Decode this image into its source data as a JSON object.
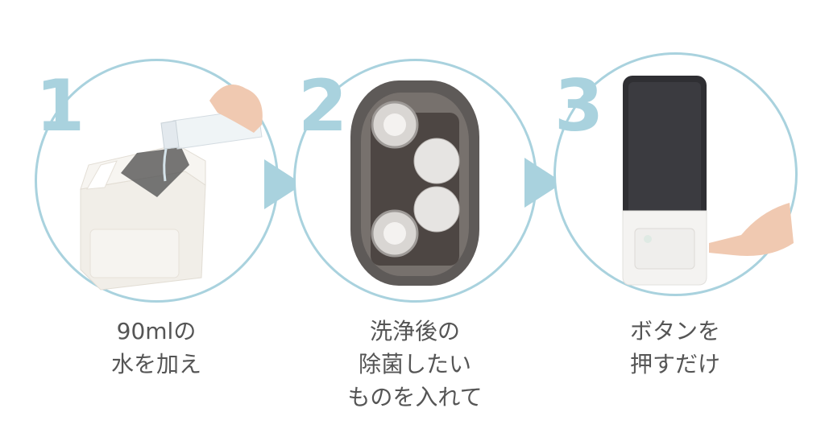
{
  "colors": {
    "accent": "#a9d2de",
    "caption_text": "#555555",
    "background": "#ffffff"
  },
  "steps": [
    {
      "number": "1",
      "image": "appliance-being-filled-with-water-from-bottle",
      "caption_lines": [
        "90mlの",
        "水を加え"
      ]
    },
    {
      "number": "2",
      "image": "top-view-of-basket-with-bottles-and-nipples",
      "caption_lines": [
        "洗浄後の",
        "除菌したい",
        "ものを入れて"
      ]
    },
    {
      "number": "3",
      "image": "finger-pressing-start-button-on-sterilizer",
      "caption_lines": [
        "ボタンを",
        "押すだけ"
      ]
    }
  ],
  "arrows": [
    "arrow-right-icon",
    "arrow-right-icon"
  ]
}
